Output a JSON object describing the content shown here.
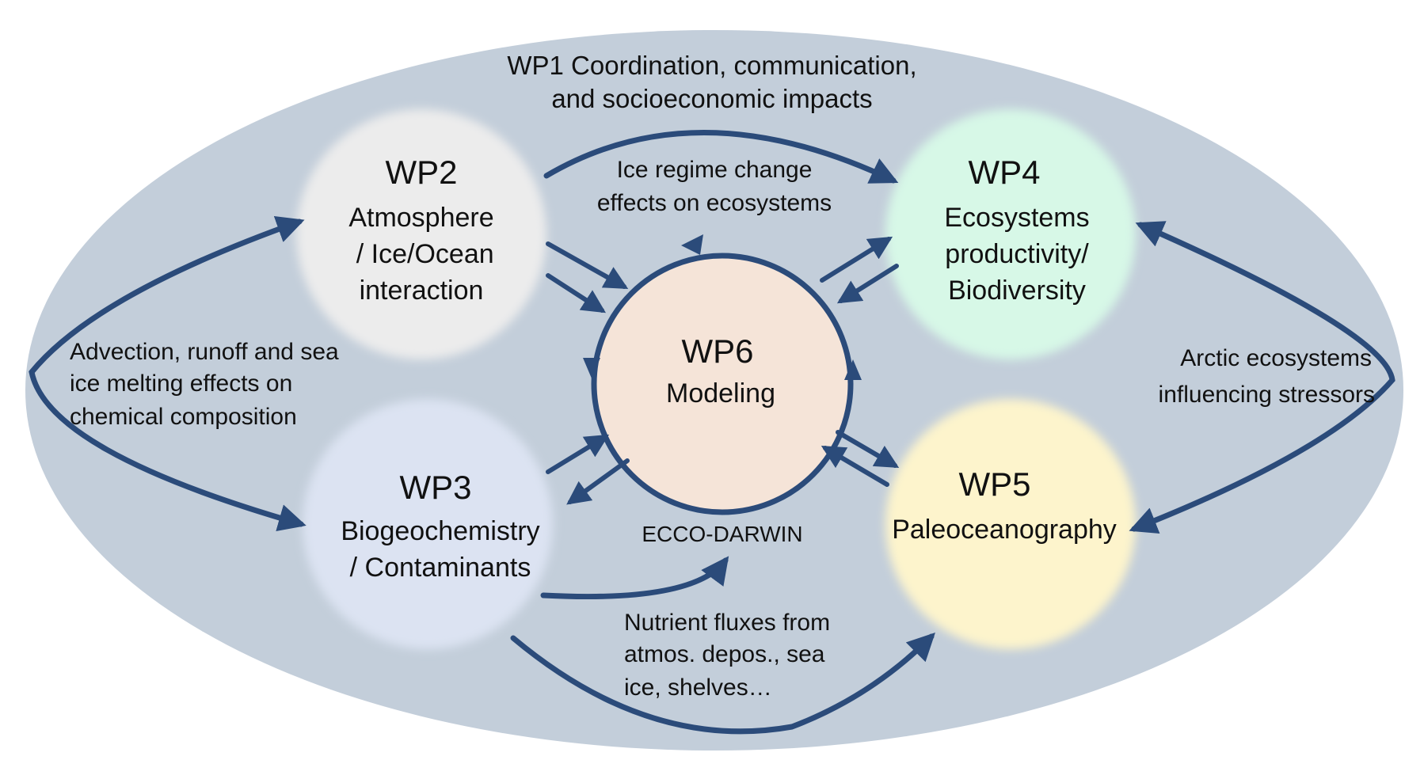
{
  "wp1": {
    "line1": "WP1 Coordination, communication,",
    "line2": "and socioeconomic impacts"
  },
  "wp2": {
    "title": "WP2",
    "lines": [
      "Atmosphere",
      " / Ice/Ocean",
      "interaction"
    ]
  },
  "wp3": {
    "title": "WP3",
    "lines": [
      "Biogeochemistry",
      "/ Contaminants"
    ]
  },
  "wp4": {
    "title": "WP4",
    "lines": [
      "Ecosystems",
      "productivity/",
      "Biodiversity"
    ]
  },
  "wp5": {
    "title": "WP5",
    "lines": [
      "Paleoceanography"
    ]
  },
  "wp6": {
    "title": "WP6",
    "lines": [
      "Modeling"
    ]
  },
  "labels": {
    "ice_regime": [
      "Ice regime change",
      "effects on ecosystems"
    ],
    "advection": [
      "Advection, runoff and sea",
      "ice melting effects on",
      "chemical composition"
    ],
    "arctic": [
      "Arctic ecosystems",
      "influencing stressors"
    ],
    "nutrient": [
      "Nutrient fluxes from",
      "atmos. depos., sea",
      "ice, shelves…"
    ],
    "ecco": "ECCO-DARWIN"
  },
  "colors": {
    "ellipse": "#c3ceda",
    "arrow": "#2b4b7a",
    "wp2": "#ececec",
    "wp3": "#dce3f2",
    "wp4": "#d7f8e7",
    "wp5": "#fdf4cc",
    "wp6": "#f5e4d8"
  }
}
